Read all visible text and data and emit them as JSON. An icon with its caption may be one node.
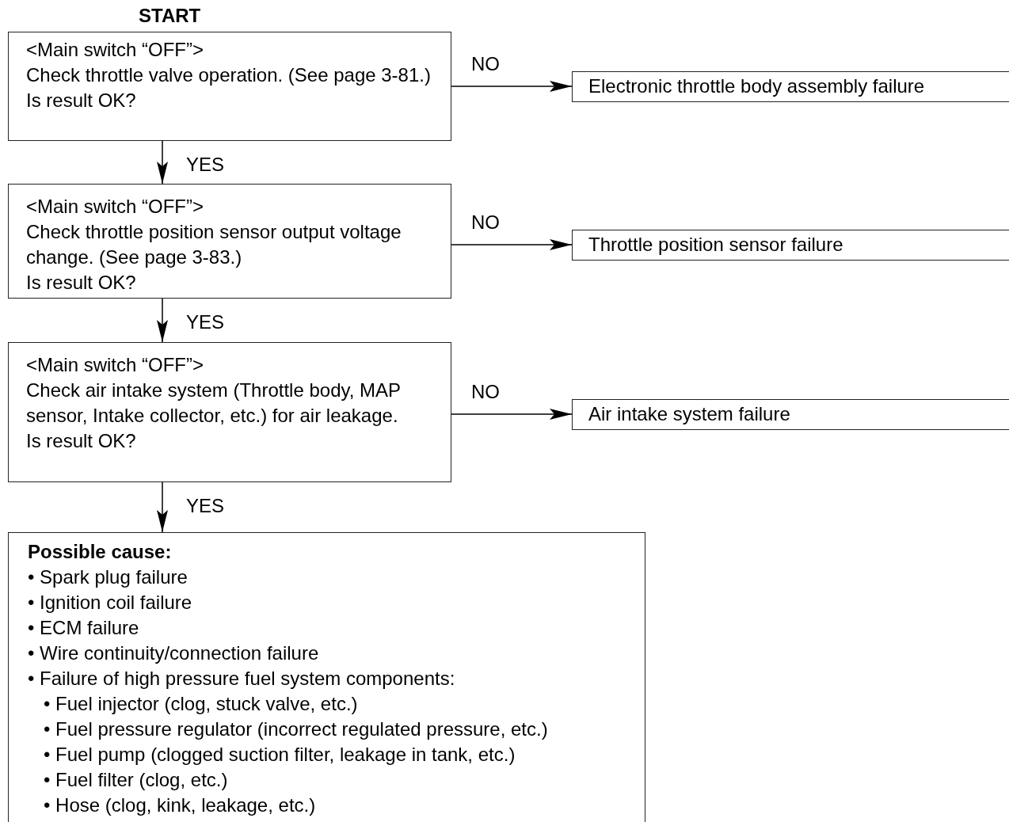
{
  "diagram": {
    "nodes": [
      {
        "text": [
          "<Main switch “OFF”>",
          "Check throttle valve operation. (See page 3-81.)",
          "Is result OK?"
        ]
      },
      {
        "text": [
          "Electronic throttle body assembly failure"
        ]
      },
      {
        "text": [
          "<Main switch “OFF”>",
          "Check throttle position sensor output voltage change. (See page 3-83.)",
          "Is result OK?"
        ]
      },
      {
        "text": [
          "Throttle position sensor failure"
        ]
      },
      {
        "text": [
          "<Main switch “OFF”>",
          "Check air intake system (Throttle body, MAP sensor, Intake collector, etc.) for air leakage.",
          "Is result OK?"
        ]
      },
      {
        "text": [
          "Air intake system failure"
        ]
      },
      {
        "text": [
          "Possible cause:",
          "• Spark plug failure",
          "• Ignition coil failure",
          "• ECM failure",
          "• Wire continuity/connection failure",
          "• Failure of high pressure fuel system components:",
          "• Fuel injector (clog, stuck valve, etc.)",
          "• Fuel pressure regulator (incorrect regulated pressure, etc.)",
          "• Fuel pump (clogged suction filter, leakage in tank, etc.)",
          "• Fuel filter (clog, etc.)",
          "• Hose (clog, kink, leakage, etc.)"
        ]
      }
    ],
    "edges": [
      {
        "from": 0,
        "to": 1,
        "arrow": "to",
        "label": "NO"
      },
      {
        "from": 0,
        "to": 2,
        "arrow": "to",
        "label": "YES"
      },
      {
        "from": 2,
        "to": 3,
        "arrow": "to",
        "label": "NO"
      },
      {
        "from": 2,
        "to": 4,
        "arrow": "to",
        "label": "YES"
      },
      {
        "from": 4,
        "to": 5,
        "arrow": "to",
        "label": "NO"
      },
      {
        "from": 4,
        "to": 6,
        "arrow": "to",
        "label": "YES"
      }
    ],
    "labels": [
      "START"
    ]
  }
}
